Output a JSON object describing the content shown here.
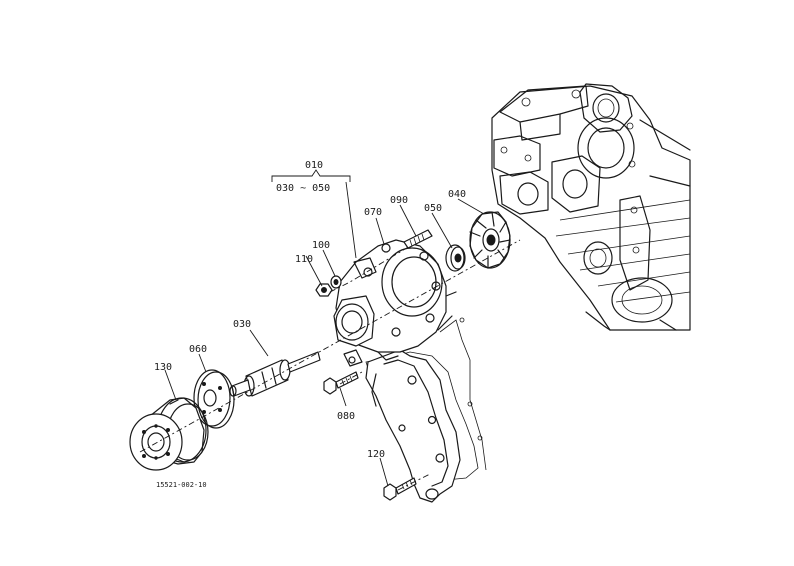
{
  "diagram": {
    "callouts": {
      "c010": "010",
      "c010_range": "030 ~ 050",
      "c030": "030",
      "c040": "040",
      "c050": "050",
      "c060": "060",
      "c070": "070",
      "c080": "080",
      "c090": "090",
      "c100": "100",
      "c110": "110",
      "c120": "120",
      "c130": "130"
    },
    "drawing_number": "15521-002-10"
  }
}
